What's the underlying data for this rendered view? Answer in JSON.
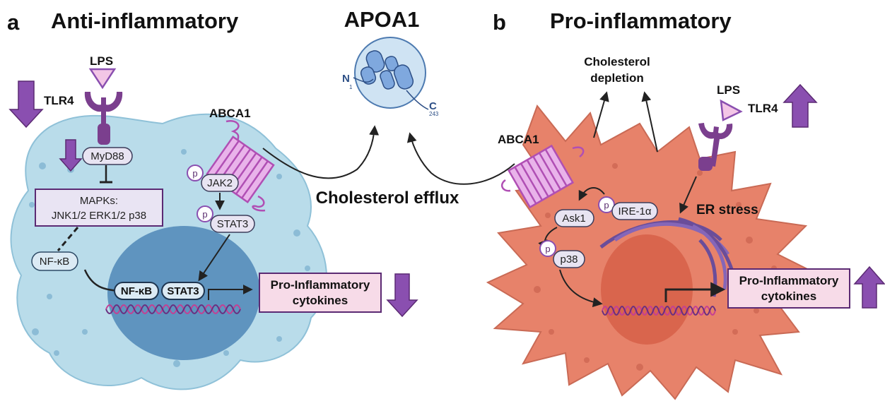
{
  "panel_a": {
    "letter": "a",
    "title": "Anti-inflammatory",
    "lps": "LPS",
    "tlr4": "TLR4",
    "myd88": "MyD88",
    "mapks_title": "MAPKs:",
    "mapks_list": "JNK1/2  ERK1/2  p38",
    "nfkb_cyto": "NF-κB",
    "abca1": "ABCA1",
    "p": "p",
    "jak2": "JAK2",
    "stat3_cyto": "STAT3",
    "nfkb_nuc": "NF-κB",
    "stat3_nuc": "STAT3",
    "cytokines_line1": "Pro-Inflammatory",
    "cytokines_line2": "cytokines"
  },
  "center": {
    "title": "APOA1",
    "n_term": "N",
    "n_num": "1",
    "c_term": "C",
    "c_num": "243",
    "efflux": "Cholesterol efflux"
  },
  "panel_b": {
    "letter": "b",
    "title": "Pro-inflammatory",
    "depletion_line1": "Cholesterol",
    "depletion_line2": "depletion",
    "lps": "LPS",
    "tlr4": "TLR4",
    "abca1": "ABCA1",
    "p": "p",
    "ask1": "Ask1",
    "ire1a": "IRE-1α",
    "p38": "p38",
    "er_stress": "ER stress",
    "cytokines_line1": "Pro-Inflammatory",
    "cytokines_line2": "cytokines"
  },
  "colors": {
    "cell_a": "#b9dcea",
    "nucleus_a": "#5f94bf",
    "cell_b": "#e7826a",
    "nucleus_b": "#d9654d",
    "receptor_purple": "#7b3f8e",
    "arrow_purple": "#8a4fb0",
    "label_box_pink": "#f7dbe8"
  }
}
